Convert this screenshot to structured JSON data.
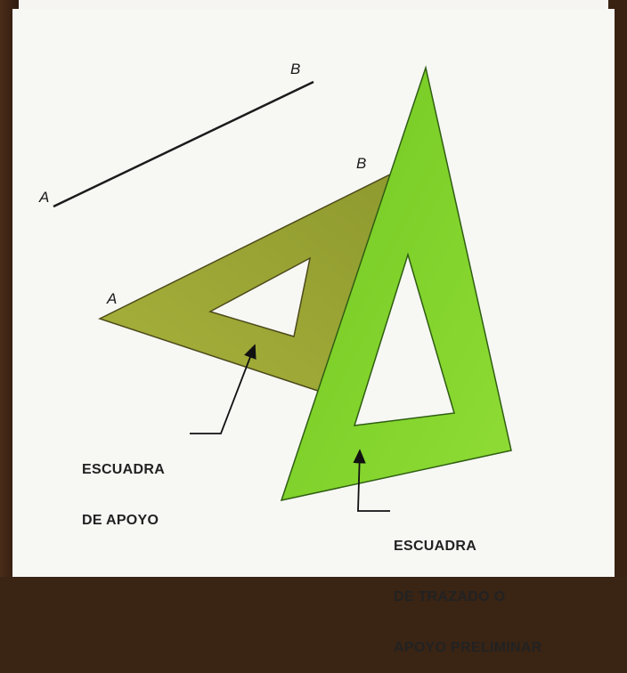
{
  "line_points": {
    "start": "A",
    "end": "B"
  },
  "square_points": {
    "start": "A",
    "end": "B"
  },
  "labels": {
    "support": [
      "ESCUADRA",
      "DE APOYO"
    ],
    "drawing": [
      "ESCUADRA",
      "DE TRAZADO O",
      "APOYO PRELIMINAR"
    ]
  },
  "colors": {
    "support_square": "#9aa335",
    "drawing_square": "#7fd32a",
    "paper": "#f7f7f4",
    "ink": "#222222"
  }
}
